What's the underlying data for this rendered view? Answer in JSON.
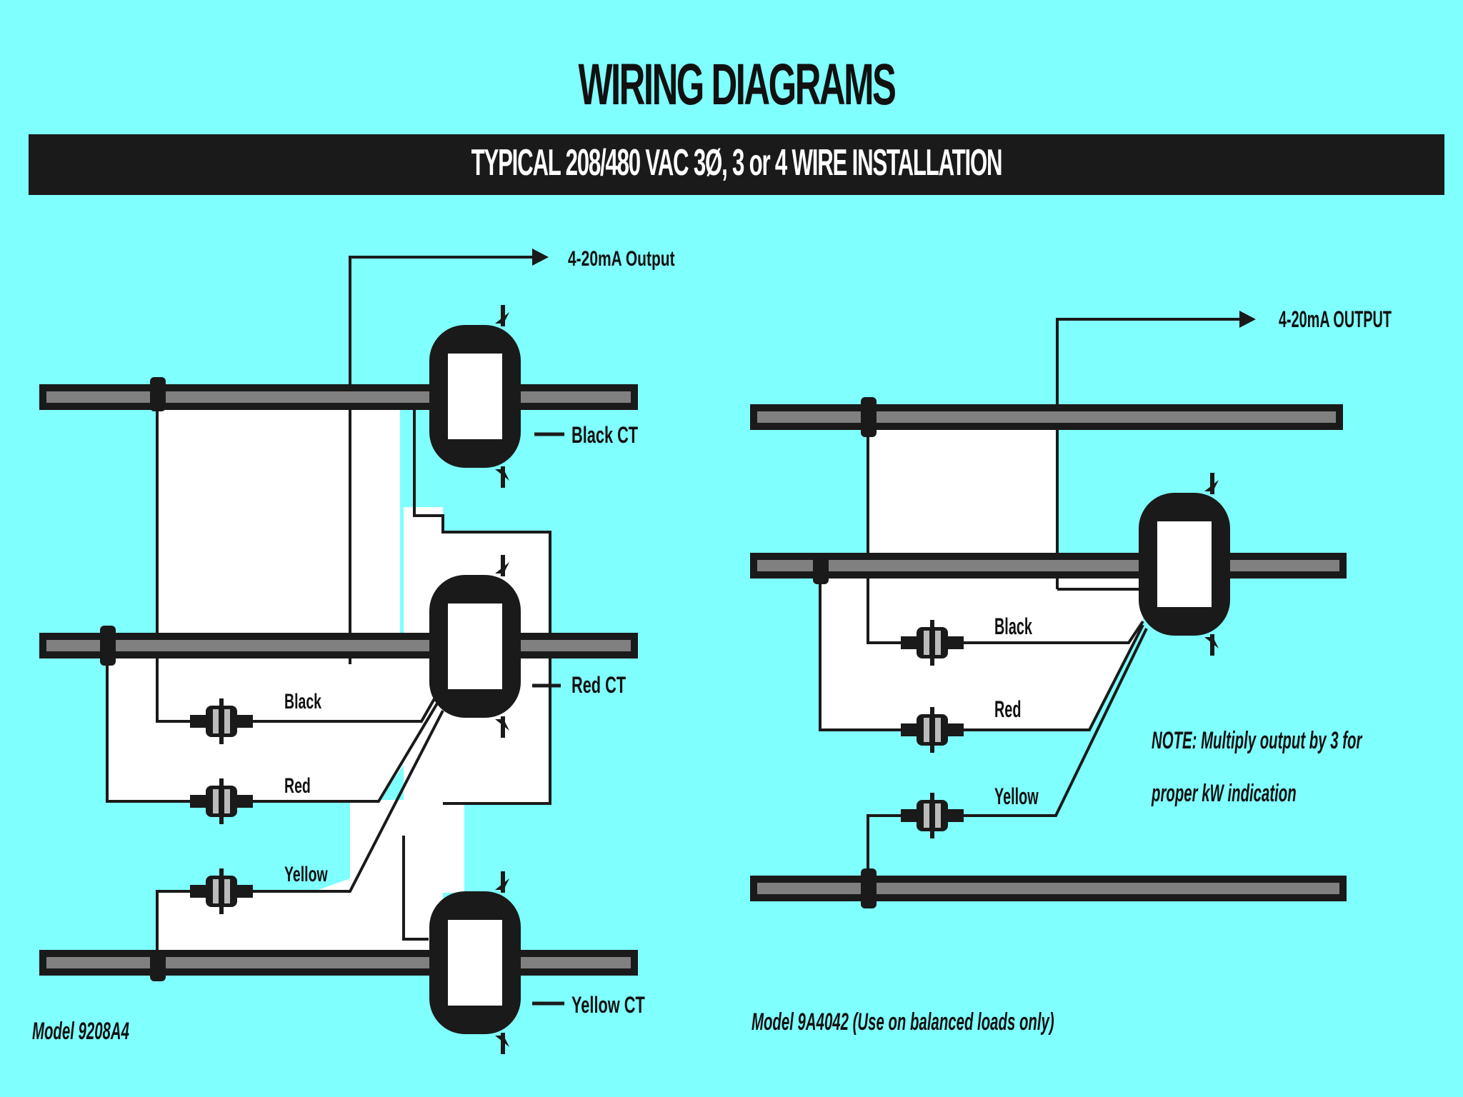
{
  "title": "WIRING DIAGRAMS",
  "banner": "TYPICAL 208/480 VAC 3Ø, 3 or 4 WIRE INSTALLATION",
  "left": {
    "output_label": "4-20mA Output",
    "ct_labels": [
      "Black CT",
      "Red CT",
      "Yellow CT"
    ],
    "wire_labels": [
      "Black",
      "Red",
      "Yellow"
    ],
    "model_label": "Model 9208A4"
  },
  "right": {
    "output_label": "4-20mA OUTPUT",
    "wire_labels": [
      "Black",
      "Red",
      "Yellow"
    ],
    "note_lines": [
      "NOTE: Multiply output by 3 for",
      "proper kW indication"
    ],
    "model_label": "Model 9A4042  (Use on balanced loads only)"
  },
  "colors": {
    "background": "#80FFFF",
    "ink": "#1a1a1a",
    "bus_fill": "#808080",
    "fill_white": "#FFFFFF"
  }
}
